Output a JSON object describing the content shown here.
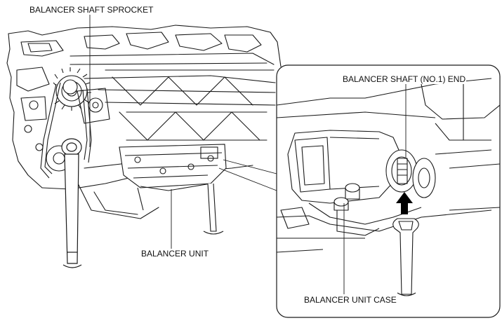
{
  "labels": {
    "sprocket": "BALANCER SHAFT SPROCKET",
    "unit": "BALANCER UNIT",
    "shaft_end": "BALANCER SHAFT (NO.1) END",
    "unit_case": "BALANCER UNIT CASE"
  },
  "colors": {
    "line": "#1a1a1a",
    "background": "#ffffff",
    "arrow": "#000000"
  }
}
